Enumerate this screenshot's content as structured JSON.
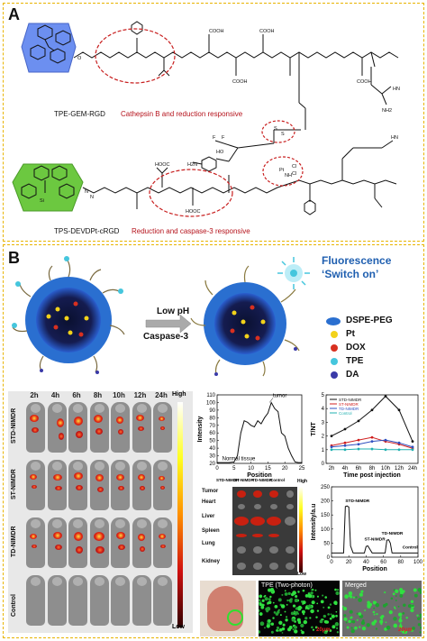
{
  "panel_a": {
    "label": "A",
    "compound1": "TPE-GEM-RGD",
    "compound1_desc": "Cathepsin B and reduction responsive",
    "compound2": "TPS-DEVDPt-cRGD",
    "compound2_desc": "Reduction and  caspase-3 responsive",
    "groups": [
      "COOH",
      "COOH",
      "COOH",
      "COOH",
      "HOOC",
      "HOOC",
      "HN",
      "NH2",
      "HN",
      "NH",
      "Si",
      "N",
      "N",
      "O",
      "S",
      "S",
      "F",
      "F",
      "HO",
      "H2N",
      "Cl",
      "Cl",
      "Pt"
    ]
  },
  "panel_b": {
    "label": "B",
    "fluorescence": "Fluorescence",
    "switch_on": "‘Switch on’",
    "low_ph": "Low pH",
    "caspase": "Caspase-3",
    "legend": [
      {
        "label": "DSPE-PEG",
        "color": "#2a6fd0"
      },
      {
        "label": "Pt",
        "color": "#f2d21a"
      },
      {
        "label": "DOX",
        "color": "#d83020"
      },
      {
        "label": "TPE",
        "color": "#45c6dd"
      },
      {
        "label": "DA",
        "color": "#3a3aa8"
      }
    ],
    "time_points": [
      "2h",
      "4h",
      "6h",
      "8h",
      "10h",
      "12h",
      "24h"
    ],
    "groups": [
      "STD-NIMDR",
      "ST-NIMDR",
      "TD-NIMDR",
      "Control"
    ],
    "scale_high": "High",
    "scale_low": "Low",
    "organ_header": [
      "STD-NIMDR",
      "ST-NIMDR",
      "TD-NIMDR",
      "Control"
    ],
    "organs": [
      "Tumor",
      "Heart",
      "Liver",
      "Spleen",
      "Lung",
      "Kidney"
    ],
    "organ_scale_high": "High",
    "organ_scale_low": "Low",
    "tpe_label": "TPE (Two-photon)",
    "merged_label": "Merged",
    "scale_bar1": "20μm",
    "scale_bar2": "20μm"
  },
  "chart_data": [
    {
      "type": "line",
      "ylabel": "Intensity",
      "xlabel": "Position",
      "xlim": [
        0,
        25
      ],
      "ylim": [
        20,
        110
      ],
      "xticks": [
        0,
        5,
        10,
        15,
        20,
        25
      ],
      "yticks": [
        20,
        30,
        40,
        50,
        60,
        70,
        80,
        90,
        100,
        110
      ],
      "annotations": [
        "tumor",
        "Normal tissue"
      ],
      "series": [
        {
          "x": [
            0,
            2,
            3.5,
            5,
            6,
            7,
            8,
            9,
            10,
            11,
            12,
            13,
            14,
            15,
            16,
            17,
            18,
            19,
            20,
            21,
            22,
            23,
            24,
            25
          ],
          "values": [
            21,
            21,
            21,
            22,
            30,
            60,
            76,
            74,
            70,
            68,
            76,
            72,
            80,
            86,
            100,
            92,
            88,
            60,
            56,
            40,
            30,
            22,
            21,
            21
          ]
        }
      ]
    },
    {
      "type": "line",
      "ylabel": "T/NT",
      "xlabel": "Time post injection",
      "categories": [
        "2h",
        "4h",
        "6h",
        "8h",
        "10h",
        "12h",
        "24h"
      ],
      "ylim": [
        0,
        5
      ],
      "yticks": [
        0,
        1,
        2,
        3,
        4,
        5
      ],
      "series": [
        {
          "name": "STD-NIMDR",
          "color": "#111111",
          "values": [
            2.0,
            2.5,
            3.1,
            3.9,
            4.9,
            3.9,
            1.6
          ]
        },
        {
          "name": "ST-NIMDR",
          "color": "#d02020",
          "values": [
            1.3,
            1.5,
            1.7,
            1.9,
            1.6,
            1.4,
            1.1
          ]
        },
        {
          "name": "TD-NIMDR",
          "color": "#3050c0",
          "values": [
            1.2,
            1.3,
            1.4,
            1.6,
            1.7,
            1.5,
            1.2
          ]
        },
        {
          "name": "Control",
          "color": "#20b0b0",
          "values": [
            1.0,
            1.0,
            1.05,
            1.05,
            1.0,
            1.0,
            1.0
          ]
        }
      ]
    },
    {
      "type": "line",
      "ylabel": "Intensity/a.u",
      "xlabel": "Position",
      "xlim": [
        0,
        100
      ],
      "ylim": [
        0,
        250
      ],
      "xticks": [
        0,
        20,
        40,
        60,
        80,
        100
      ],
      "yticks": [
        0,
        50,
        100,
        150,
        200,
        250
      ],
      "annotations": [
        "STD-NIMDR",
        "ST-NIMDR",
        "TD-NIMDR",
        "Control"
      ],
      "series": [
        {
          "x": [
            0,
            10,
            14,
            16,
            18,
            20,
            22,
            25,
            30,
            38,
            40,
            42,
            44,
            47,
            55,
            62,
            64,
            66,
            68,
            70,
            80,
            90,
            100
          ],
          "values": [
            15,
            15,
            15,
            180,
            182,
            178,
            40,
            15,
            15,
            15,
            38,
            40,
            30,
            15,
            15,
            15,
            60,
            62,
            50,
            15,
            15,
            15,
            15
          ]
        }
      ]
    }
  ]
}
